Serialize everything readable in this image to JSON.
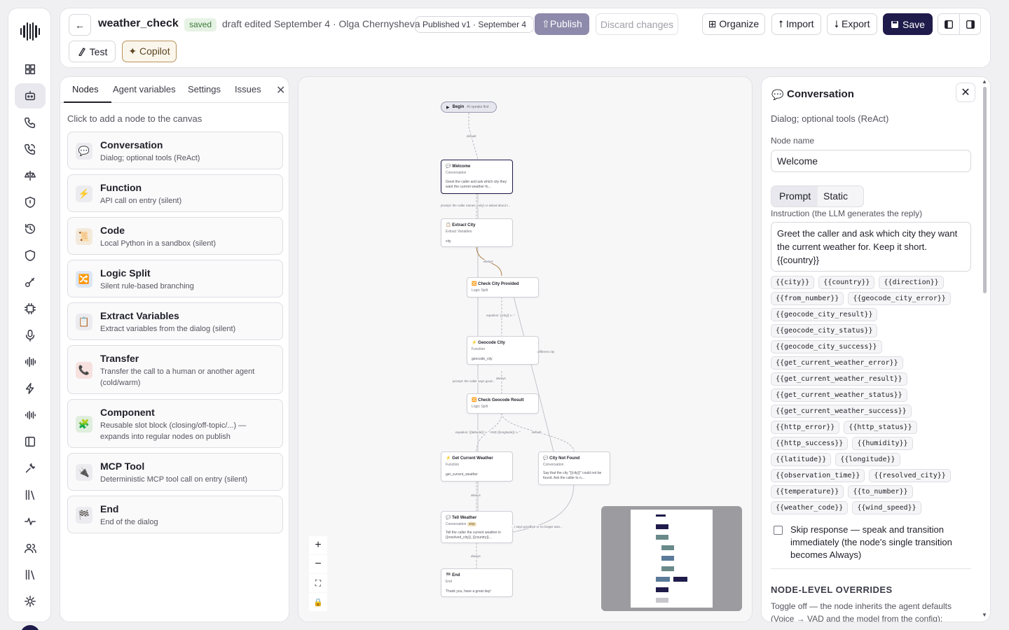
{
  "header": {
    "back_label": "←",
    "title": "weather_check",
    "saved_badge": "saved",
    "meta": "draft edited September 4 · Olga Chernysheva",
    "published_pill": "Published v1 · September 4",
    "publish_label": "⇧Publish",
    "discard_label": "Discard changes",
    "organize_label": "⊞ Organize",
    "import_label": "⭡ Import",
    "export_label": "⭣ Export",
    "save_label": "Save",
    "test_label": "Test",
    "copilot_label": "✦ Copilot"
  },
  "rail": {
    "items": [
      "grid-icon",
      "agent-icon",
      "phone-icon",
      "phone-call-icon",
      "scales-icon",
      "shield-icon",
      "history-icon",
      "shield-check-icon",
      "key-icon",
      "chip-icon",
      "mic-icon",
      "waveform-icon",
      "bolt-icon",
      "audio-icon",
      "panel-icon",
      "tools-icon",
      "library-icon",
      "pulse-icon",
      "users-icon",
      "books-icon",
      "settings-icon"
    ],
    "active_index": 1
  },
  "left_panel": {
    "tabs": [
      "Nodes",
      "Agent variables",
      "Settings",
      "Issues"
    ],
    "active_tab": "Nodes",
    "close": "✕",
    "hint": "Click to add a node to the canvas",
    "nodes": [
      {
        "name": "Conversation",
        "desc": "Dialog; optional tools (ReAct)",
        "icon": "💬"
      },
      {
        "name": "Function",
        "desc": "API call on entry (silent)",
        "icon": "⚡"
      },
      {
        "name": "Code",
        "desc": "Local Python in a sandbox (silent)",
        "icon": "📜"
      },
      {
        "name": "Logic Split",
        "desc": "Silent rule-based branching",
        "icon": "🔀"
      },
      {
        "name": "Extract Variables",
        "desc": "Extract variables from the dialog (silent)",
        "icon": "📋"
      },
      {
        "name": "Transfer",
        "desc": "Transfer the call to a human or another agent (cold/warm)",
        "icon": "📞"
      },
      {
        "name": "Component",
        "desc": "Reusable slot block (closing/off-topic/...) — expands into regular nodes on publish",
        "icon": "🧩"
      },
      {
        "name": "MCP Tool",
        "desc": "Deterministic MCP tool call on entry (silent)",
        "icon": "🔌"
      },
      {
        "name": "End",
        "desc": "End of the dialog",
        "icon": "🏁"
      }
    ]
  },
  "canvas": {
    "begin": {
      "label": "Begin",
      "sub": "AI speaks first"
    },
    "flow_nodes": [
      {
        "title": "Welcome",
        "type": "Conversation",
        "body": "Greet the caller and ask which city they want the current weather fo..."
      },
      {
        "title": "Extract City",
        "type": "Extract Variables",
        "body": "city"
      },
      {
        "title": "Check City Provided",
        "type": "Logic Split",
        "body": ""
      },
      {
        "title": "Geocode City",
        "type": "Function",
        "body": "geocode_city"
      },
      {
        "title": "Check Geocode Result",
        "type": "Logic Split",
        "body": ""
      },
      {
        "title": "Get Current Weather",
        "type": "Function",
        "body": "get_current_weather"
      },
      {
        "title": "City Not Found",
        "type": "Conversation",
        "body": "Say that the city \"{{city}}\" could not be found. Ask the caller to n..."
      },
      {
        "title": "Tell Weather",
        "type": "Conversation",
        "badge": "skip",
        "body": "Tell the caller the current weather in {{resolved_city}}, {{country}}..."
      },
      {
        "title": "End",
        "type": "End",
        "body": "Thank you, have a great day!"
      }
    ],
    "edge_labels": [
      "default",
      "prompt: the caller names (only) or asked about t...",
      "always",
      "equation: {{city}} != ''",
      "different city",
      "prompt: the caller says good...",
      "always",
      "equation: {{latitude}} != '' AND {{longitude}} != ''",
      "default",
      "always",
      "...r says goodbye or no longer wan...",
      "always"
    ],
    "zoom": [
      "+",
      "−",
      "⛶",
      "🔒"
    ]
  },
  "right_panel": {
    "icon": "💬",
    "title": "Conversation",
    "close": "✕",
    "subtitle": "Dialog; optional tools (ReAct)",
    "node_name_label": "Node name",
    "node_name_value": "Welcome",
    "mode_tabs": [
      "Prompt",
      "Static"
    ],
    "active_mode": "Prompt",
    "instruction_label": "Instruction (the LLM generates the reply)",
    "instruction": "Greet the caller and ask which city they want the current weather for. Keep it short. {{country}}",
    "variables": [
      "{{city}}",
      "{{country}}",
      "{{direction}}",
      "{{from_number}}",
      "{{geocode_city_error}}",
      "{{geocode_city_result}}",
      "{{geocode_city_status}}",
      "{{geocode_city_success}}",
      "{{get_current_weather_error}}",
      "{{get_current_weather_result}}",
      "{{get_current_weather_status}}",
      "{{get_current_weather_success}}",
      "{{http_error}}",
      "{{http_status}}",
      "{{http_success}}",
      "{{humidity}}",
      "{{latitude}}",
      "{{longitude}}",
      "{{observation_time}}",
      "{{resolved_city}}",
      "{{temperature}}",
      "{{to_number}}",
      "{{weather_code}}",
      "{{wind_speed}}"
    ],
    "skip_label": "Skip response — speak and transition immediately (the node's single transition becomes Always)",
    "skip_checked": false,
    "overrides_heading": "NODE-LEVEL OVERRIDES",
    "overrides_text": "Toggle off — the node inherits the agent defaults (Voice → VAD and the model from the config);"
  }
}
